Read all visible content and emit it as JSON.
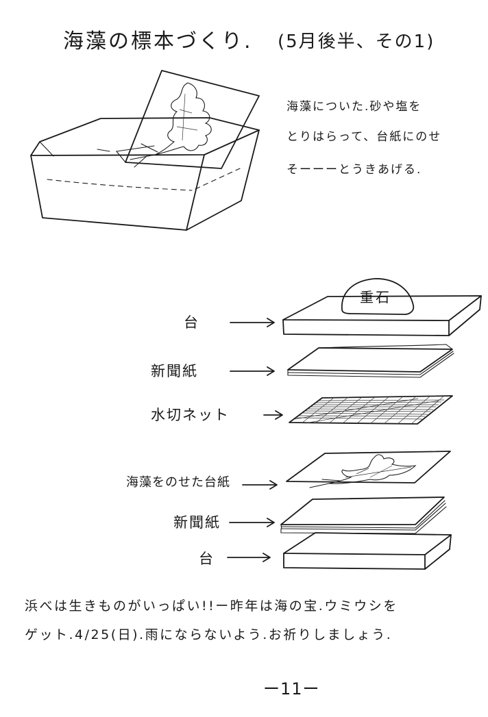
{
  "title": "海藻の標本づくり.",
  "title_note": "(5月後半、その1)",
  "instructions": [
    "海藻についた.砂や塩を",
    "とりはらって、台紙にのせ",
    "そーーーとうきあげる."
  ],
  "weight_label": "重石",
  "layers": [
    "台",
    "新聞紙",
    "水切ネット",
    "海藻をのせた台紙",
    "新聞紙",
    "台"
  ],
  "footer_lines": [
    "浜べは生きものがいっぱい!!ー昨年は海の宝.ウミウシを",
    "ゲット.4/25(日).雨にならないよう.お祈りしましょう."
  ],
  "page_number": "ー11ー"
}
